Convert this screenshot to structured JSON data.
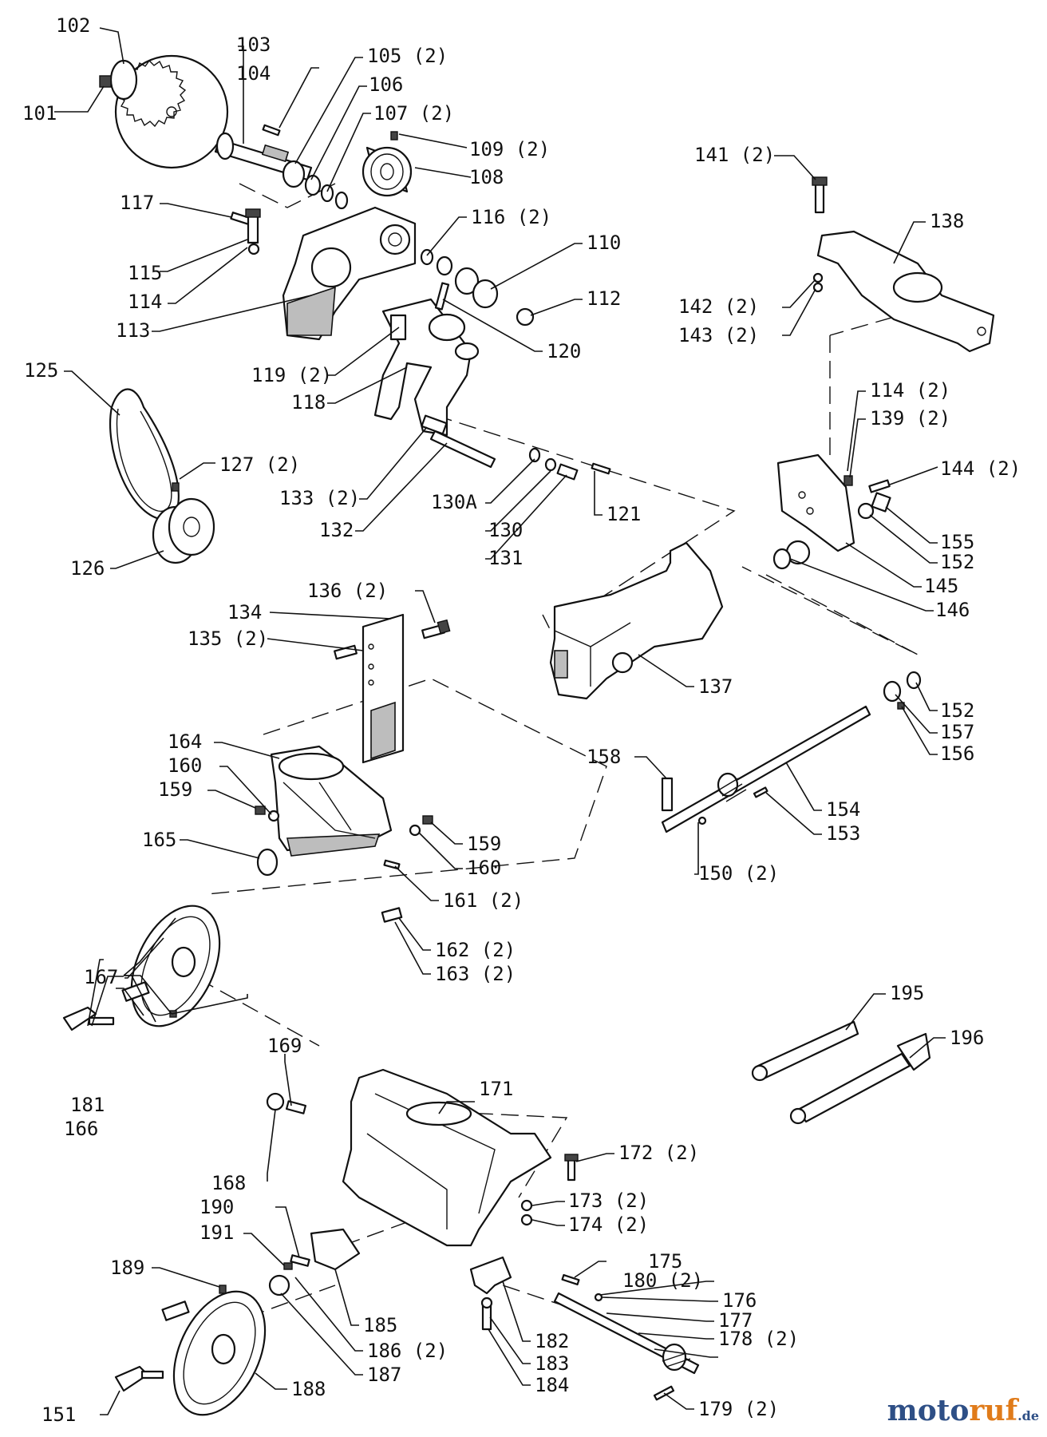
{
  "labels": [
    "101",
    "102",
    "103",
    "104",
    "105 (2)",
    "106",
    "107 (2)",
    "108",
    "109 (2)",
    "110",
    "112",
    "113",
    "114",
    "115",
    "116 (2)",
    "117",
    "118",
    "119 (2)",
    "120",
    "121",
    "125",
    "126",
    "127 (2)",
    "130",
    "130A",
    "131",
    "132",
    "133 (2)",
    "134",
    "135 (2)",
    "136 (2)",
    "137",
    "138",
    "139 (2)",
    "141 (2)",
    "142 (2)",
    "143 (2)",
    "114 (2)",
    "144 (2)",
    "145",
    "146",
    "150 (2)",
    "152",
    "152",
    "153",
    "154",
    "155",
    "156",
    "157",
    "158",
    "159",
    "159",
    "160",
    "160",
    "161 (2)",
    "162 (2)",
    "163 (2)",
    "164",
    "165",
    "166",
    "167",
    "168",
    "169",
    "171",
    "172 (2)",
    "173 (2)",
    "174 (2)",
    "175",
    "176",
    "177",
    "178 (2)",
    "179 (2)",
    "180 (2)",
    "181",
    "182",
    "183",
    "184",
    "185",
    "186 (2)",
    "187",
    "188",
    "189",
    "190",
    "191",
    "195",
    "196",
    "151"
  ],
  "logo": {
    "part1": "moto",
    "part2": "ruf",
    "part3": ".de"
  }
}
